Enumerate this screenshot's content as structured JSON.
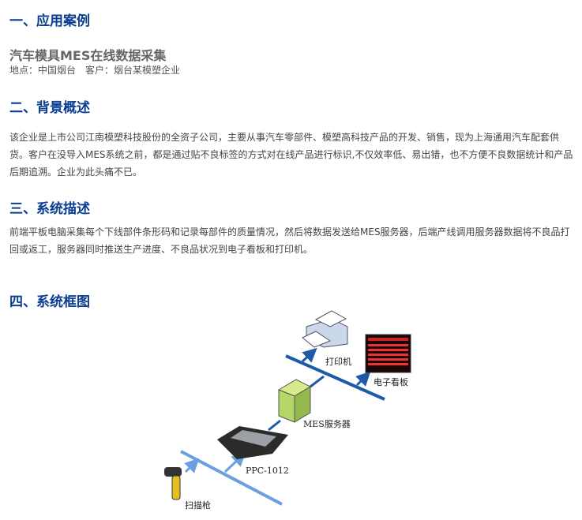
{
  "sections": {
    "s1": "一、应用案例",
    "s2": "二、背景概述",
    "s3": "三、系统描述",
    "s4": "四、系统框图"
  },
  "case": {
    "title": "汽车模具MES在线数据采集",
    "location": "地点：中国烟台",
    "customer": "客户：烟台某模塑企业"
  },
  "background": "该企业是上市公司江南模塑科技股份的全资子公司，主要从事汽车零部件、模塑高科技产品的开发、销售，现为上海通用汽车配套供货。客户在没导入MES系统之前，都是通过贴不良标签的方式对在线产品进行标识,不仅效率低、易出错，也不方便不良数据统计和产品后期追溯。企业为此头痛不已。",
  "description": "前端平板电脑采集每个下线部件条形码和记录每部件的质量情况，然后将数据发送给MES服务器，后端产线调用服务器数据将不良品打回或返工，服务器同时推送生产进度、不良品状况到电子看板和打印机。",
  "diagram": {
    "printer": "打印机",
    "board": "电子看板",
    "server": "MES服务器",
    "panel": "PPC-1012",
    "scanner": "扫描枪"
  }
}
